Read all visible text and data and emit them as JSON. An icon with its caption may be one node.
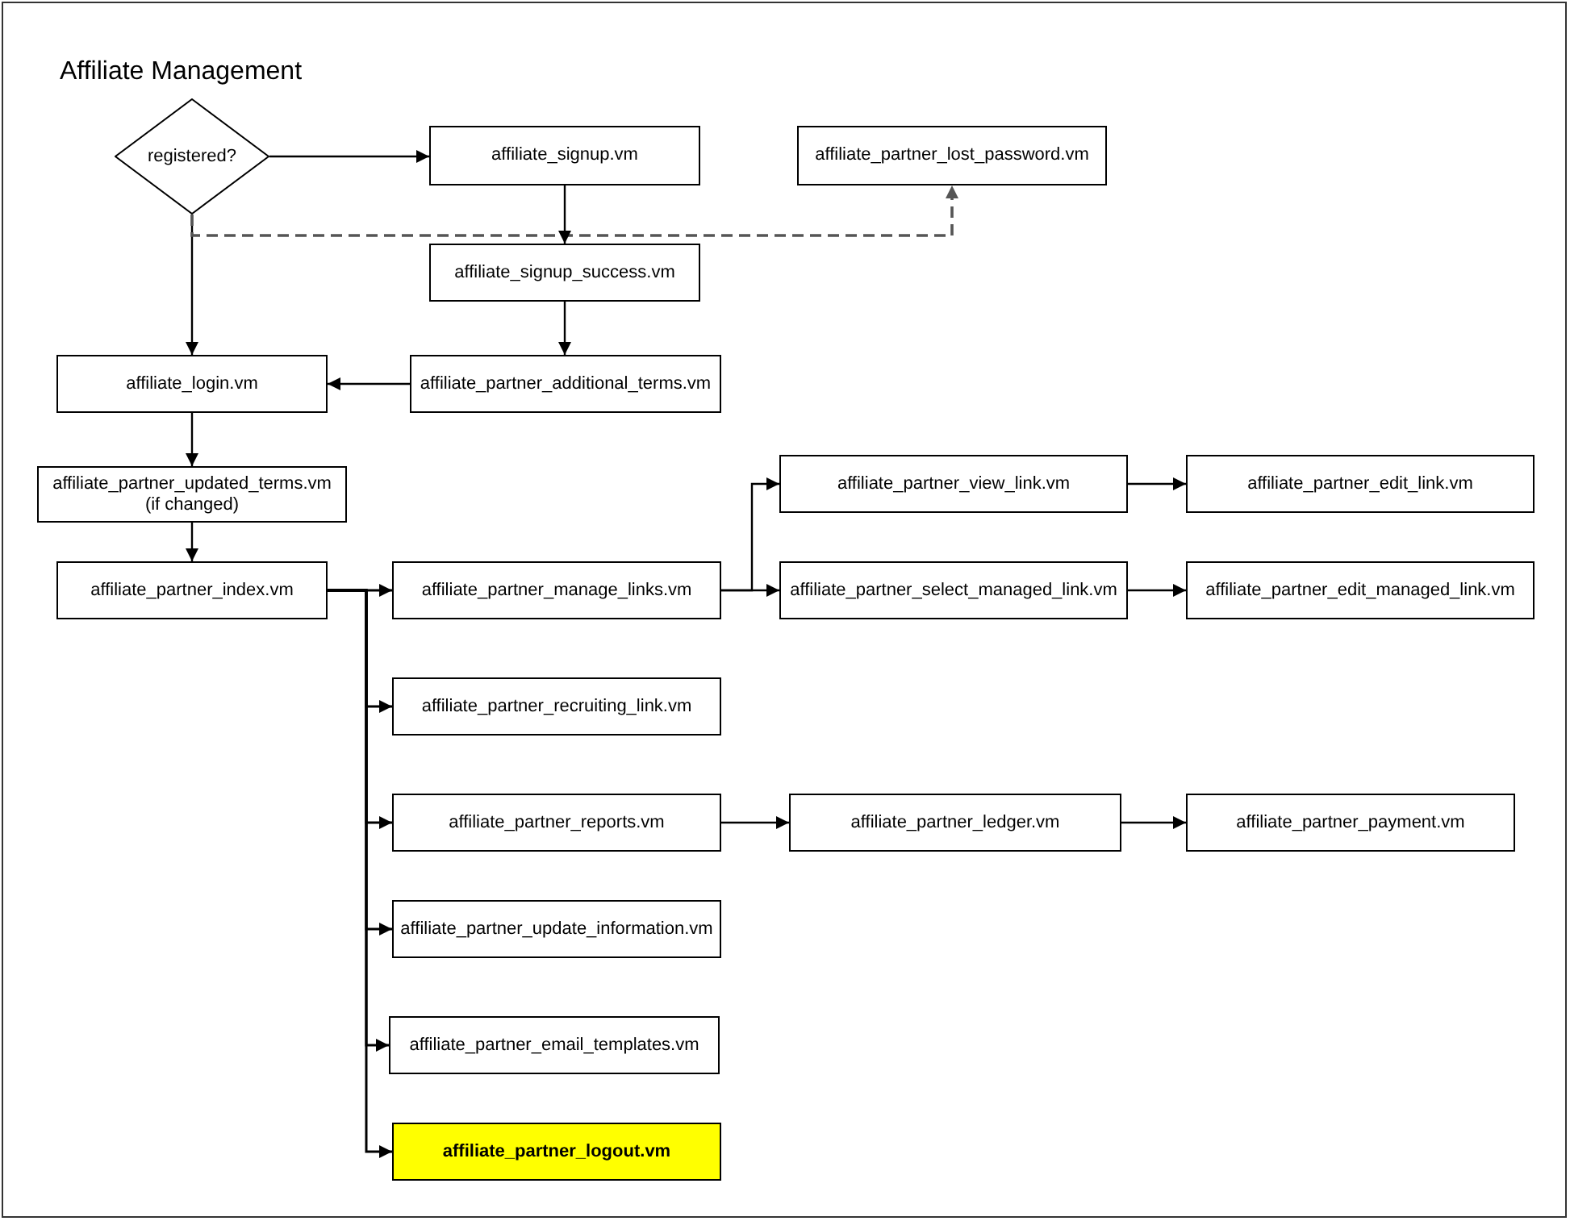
{
  "diagram": {
    "title": "Affiliate Management",
    "nodes": [
      {
        "text": [
          "registered?"
        ]
      },
      {
        "text": [
          "affiliate_signup.vm"
        ]
      },
      {
        "text": [
          "affiliate_partner_lost_password.vm"
        ]
      },
      {
        "text": [
          "affiliate_signup_success.vm"
        ]
      },
      {
        "text": [
          "affiliate_login.vm"
        ]
      },
      {
        "text": [
          "affiliate_partner_additional_terms.vm"
        ]
      },
      {
        "text": [
          "affiliate_partner_updated_terms.vm",
          "(if changed)"
        ]
      },
      {
        "text": [
          "affiliate_partner_index.vm"
        ]
      },
      {
        "text": [
          "affiliate_partner_manage_links.vm"
        ]
      },
      {
        "text": [
          "affiliate_partner_view_link.vm"
        ]
      },
      {
        "text": [
          "affiliate_partner_select_managed_link.vm"
        ]
      },
      {
        "text": [
          "affiliate_partner_edit_link.vm"
        ]
      },
      {
        "text": [
          "affiliate_partner_edit_managed_link.vm"
        ]
      },
      {
        "text": [
          "affiliate_partner_recruiting_link.vm"
        ]
      },
      {
        "text": [
          "affiliate_partner_reports.vm"
        ]
      },
      {
        "text": [
          "affiliate_partner_ledger.vm"
        ]
      },
      {
        "text": [
          "affiliate_partner_payment.vm"
        ]
      },
      {
        "text": [
          "affiliate_partner_update_information.vm"
        ]
      },
      {
        "text": [
          "affiliate_partner_email_templates.vm"
        ]
      },
      {
        "text": [
          "affiliate_partner_logout.vm"
        ]
      }
    ],
    "edges": [
      {
        "from": 0,
        "to": 1,
        "arrow": "to"
      },
      {
        "from": 0,
        "to": 4,
        "arrow": "to"
      },
      {
        "from": 0,
        "to": 2,
        "arrow": "to",
        "style": "dashed",
        "color": "#555555"
      },
      {
        "from": 1,
        "to": 3,
        "arrow": "to"
      },
      {
        "from": 3,
        "to": 5,
        "arrow": "to"
      },
      {
        "from": 5,
        "to": 4,
        "arrow": "to"
      },
      {
        "from": 4,
        "to": 6,
        "arrow": "to"
      },
      {
        "from": 6,
        "to": 7,
        "arrow": "to"
      },
      {
        "from": 7,
        "to": 8,
        "arrow": "to"
      },
      {
        "from": 7,
        "to": 13,
        "arrow": "to"
      },
      {
        "from": 7,
        "to": 14,
        "arrow": "to"
      },
      {
        "from": 7,
        "to": 17,
        "arrow": "to"
      },
      {
        "from": 7,
        "to": 18,
        "arrow": "to"
      },
      {
        "from": 7,
        "to": 19,
        "arrow": "to"
      },
      {
        "from": 8,
        "to": 9,
        "arrow": "to"
      },
      {
        "from": 8,
        "to": 10,
        "arrow": "to"
      },
      {
        "from": 9,
        "to": 11,
        "arrow": "to"
      },
      {
        "from": 10,
        "to": 12,
        "arrow": "to"
      },
      {
        "from": 14,
        "to": 15,
        "arrow": "to"
      },
      {
        "from": 15,
        "to": 16,
        "arrow": "to"
      }
    ]
  }
}
